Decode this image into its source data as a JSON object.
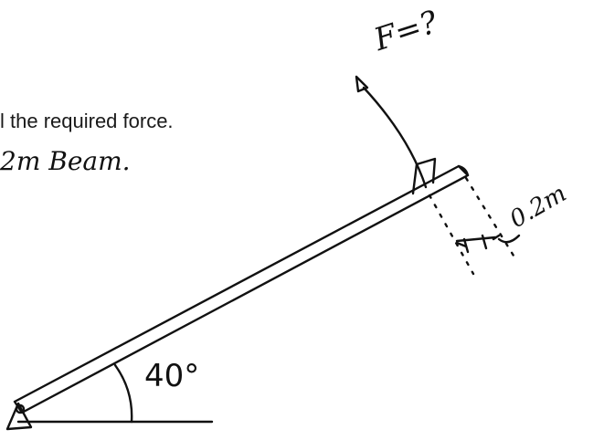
{
  "problem_text": "l the required force.",
  "labels": {
    "beam": "2m Beam.",
    "force": "F=?",
    "angle": "40°",
    "offset": "0.2m"
  }
}
